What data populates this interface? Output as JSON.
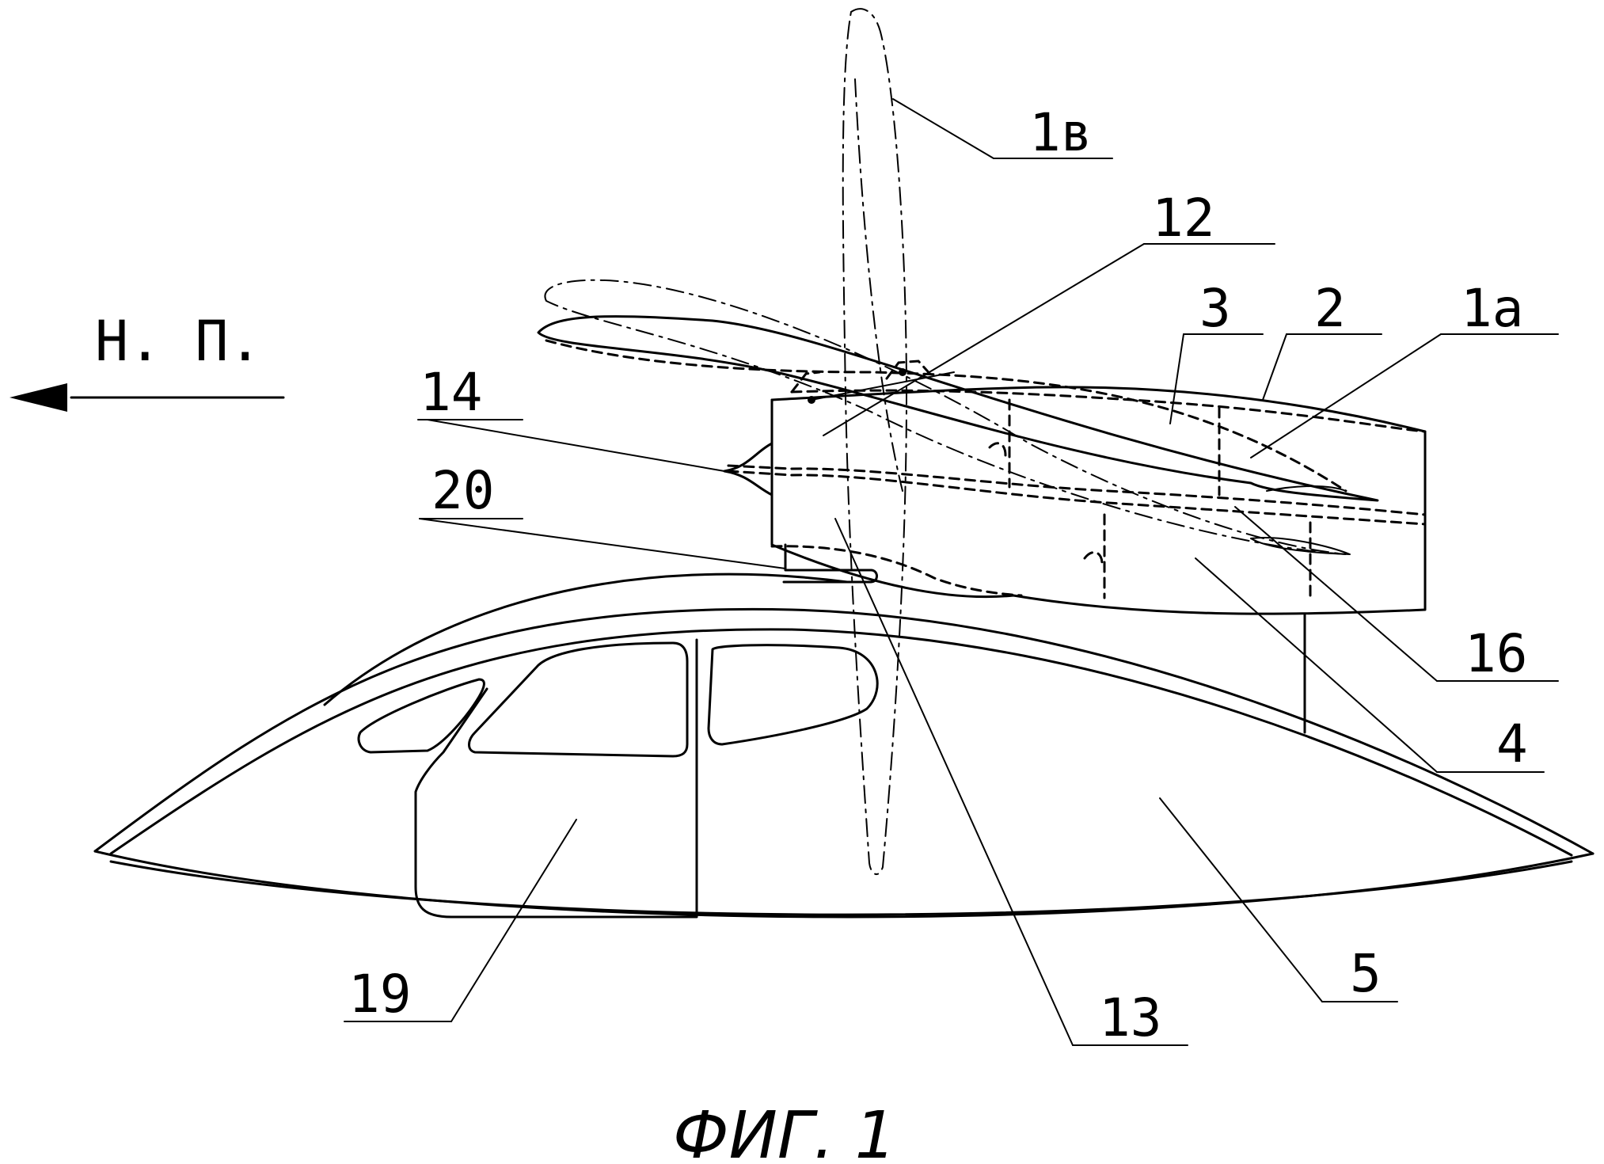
{
  "figure": {
    "caption": "ФИГ. 1",
    "flow_direction_label": "Н. П."
  },
  "labels": {
    "l1v": "1в",
    "l12": "12",
    "l3": "3",
    "l2": "2",
    "l1a": "1а",
    "l14": "14",
    "l20": "20",
    "l16": "16",
    "l4": "4",
    "l19": "19",
    "l13": "13",
    "l5": "5"
  }
}
